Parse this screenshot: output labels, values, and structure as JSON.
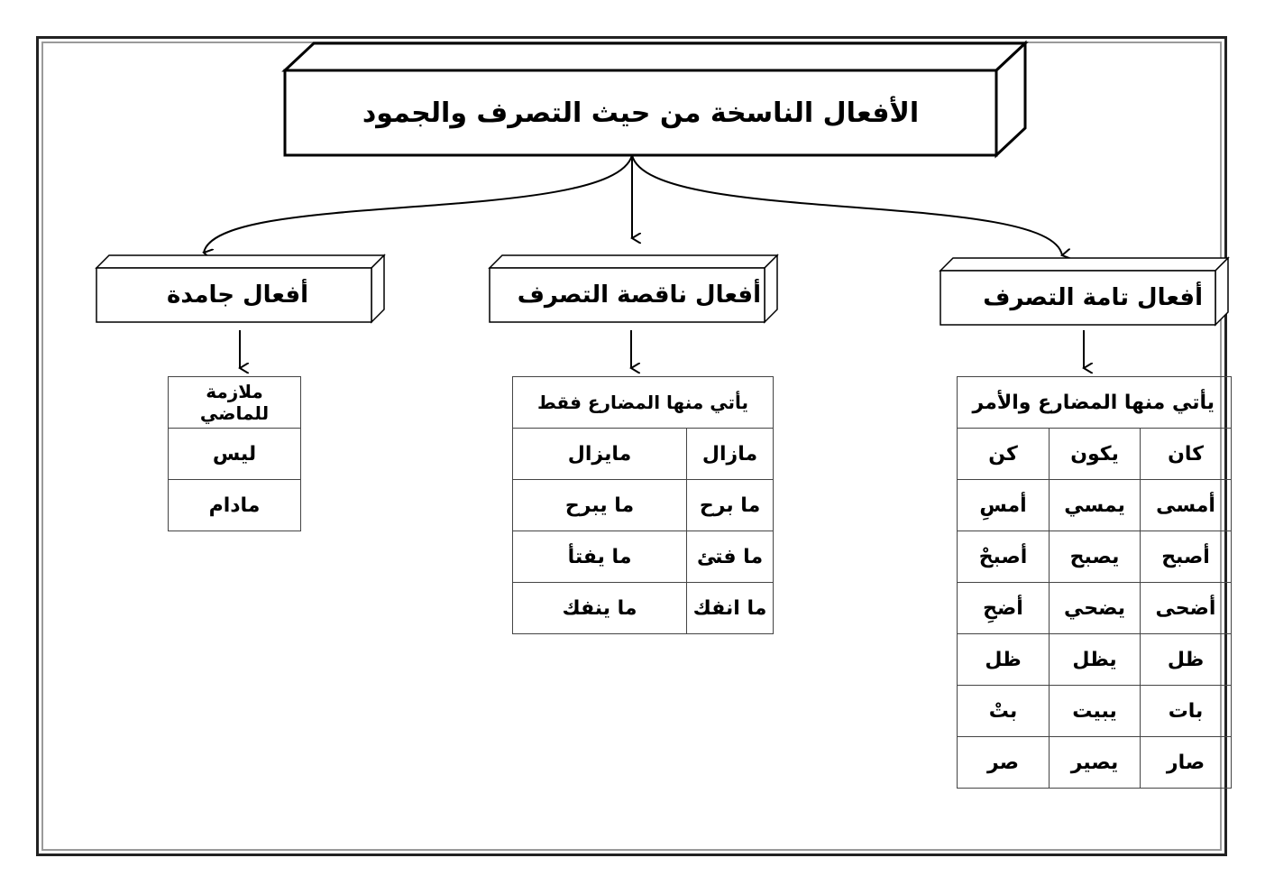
{
  "title": "الأفعال الناسخة من حيث التصرف والجمود",
  "categories": {
    "complete": {
      "label": "أفعال تامة التصرف",
      "note": "يأتي منها المضارع والأمر",
      "rows": [
        [
          "كان",
          "يكون",
          "كن"
        ],
        [
          "أمسى",
          "يمسي",
          "أمسِ"
        ],
        [
          "أصبح",
          "يصبح",
          "أصبحْ"
        ],
        [
          "أضحى",
          "يضحي",
          "أضحِ"
        ],
        [
          "ظل",
          "يظل",
          "ظل"
        ],
        [
          "بات",
          "يبيت",
          "بتْ"
        ],
        [
          "صار",
          "يصير",
          "صر"
        ]
      ]
    },
    "partial": {
      "label": "أفعال ناقصة التصرف",
      "note": "يأتي منها المضارع فقط",
      "rows": [
        [
          "مازال",
          "مايزال"
        ],
        [
          "ما برح",
          "ما يبرح"
        ],
        [
          "ما فتئ",
          "ما يفتأ"
        ],
        [
          "ما انفك",
          "ما ينفك"
        ]
      ]
    },
    "frozen": {
      "label": "أفعال جامدة",
      "note": "ملازمة للماضي",
      "rows": [
        [
          "ليس"
        ],
        [
          "مادام"
        ]
      ]
    }
  }
}
